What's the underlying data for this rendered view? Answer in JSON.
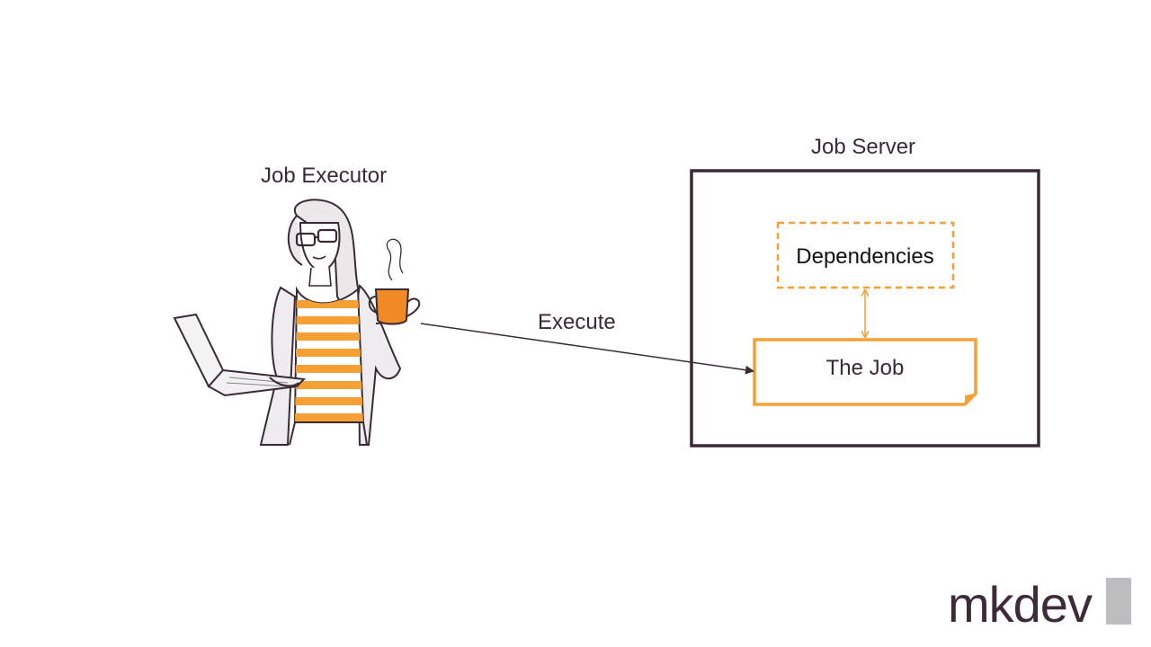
{
  "executor": {
    "label": "Job Executor"
  },
  "server": {
    "label": "Job Server"
  },
  "dependencies": {
    "label": "Dependencies"
  },
  "job": {
    "label": "The Job"
  },
  "arrow": {
    "label": "Execute"
  },
  "brand": {
    "name": "mkdev"
  },
  "colors": {
    "accent": "#f4a035",
    "dark": "#3a2a36",
    "brand_bar": "#bdbcbf"
  }
}
